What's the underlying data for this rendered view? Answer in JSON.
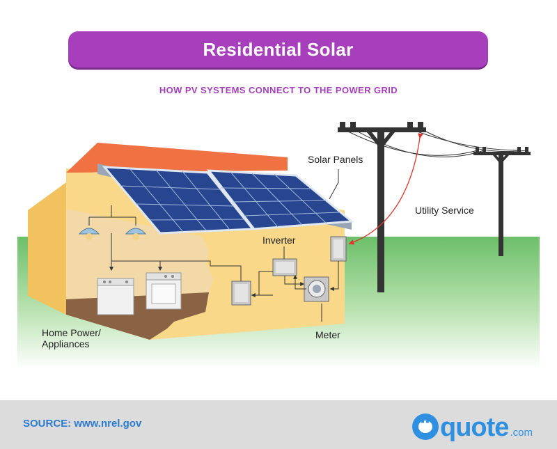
{
  "header": {
    "title": "Residential Solar",
    "subtitle": "HOW PV SYSTEMS CONNECT TO THE POWER GRID"
  },
  "labels": {
    "solar_panels": "Solar Panels",
    "utility_service": "Utility Service",
    "inverter": "Inverter",
    "meter": "Meter",
    "home_power_line1": "Home Power/",
    "home_power_line2": "Appliances"
  },
  "footer": {
    "source": "SOURCE: www.nrel.gov",
    "logo_text": "quote",
    "logo_suffix": ".com"
  },
  "colors": {
    "accent_purple": "#a73fbd",
    "brand_blue": "#2f8fe0",
    "house_wall": "#f9d989",
    "roof": "#f07142",
    "panel_blue": "#27468f",
    "grass": "#8fcf86",
    "wire_red": "#e0352b"
  }
}
